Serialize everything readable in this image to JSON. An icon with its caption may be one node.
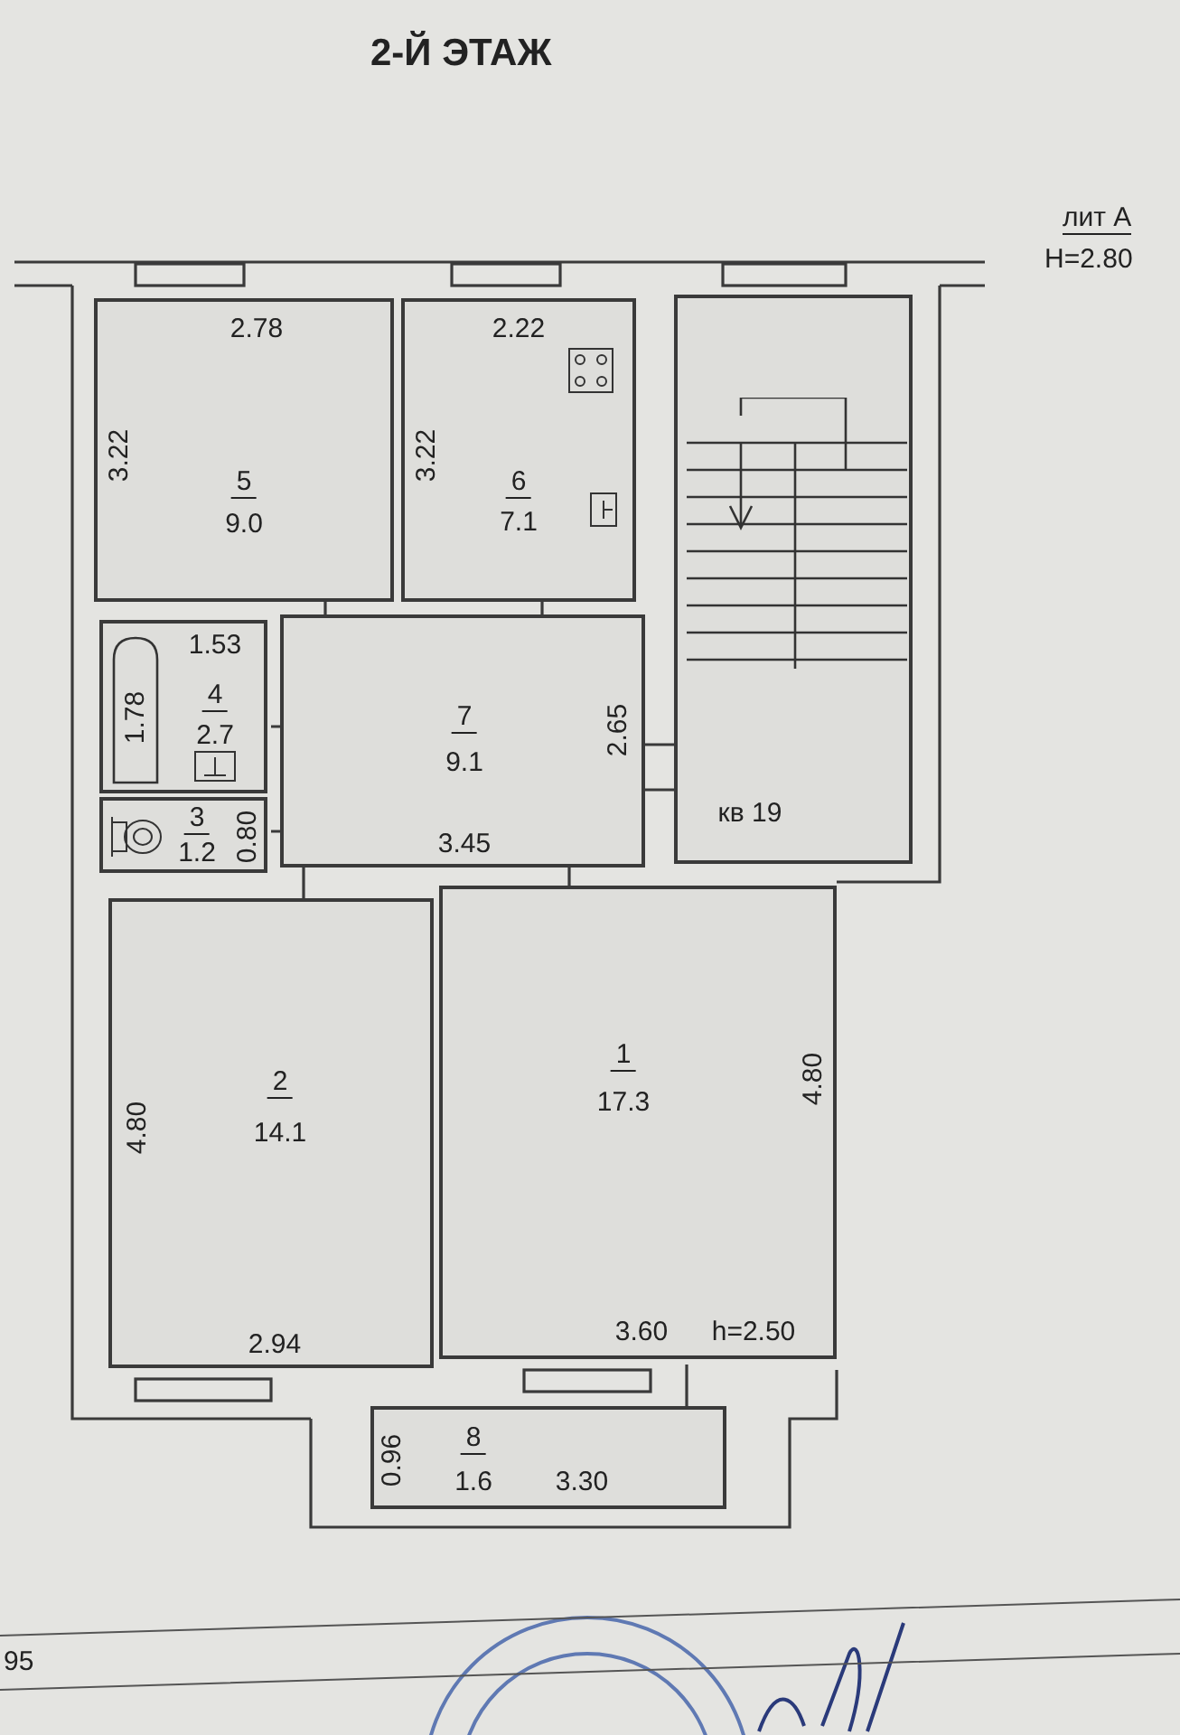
{
  "diagram": {
    "title": "2-Й ЭТАЖ",
    "nodes": [
      {
        "text": [
          "2.78",
          "3.22",
          "5",
          "9.0"
        ]
      },
      {
        "text": [
          "2.22",
          "3.22",
          "6",
          "7.1"
        ]
      },
      {
        "text": [
          "кв 19"
        ]
      },
      {
        "text": [
          "1.53",
          "1.78",
          "4",
          "2.7"
        ]
      },
      {
        "text": [
          "7",
          "9.1",
          "2.65",
          "3.45"
        ]
      },
      {
        "text": [
          "3",
          "1.2",
          "0.80"
        ]
      },
      {
        "text": [
          "4.80",
          "2",
          "14.1",
          "2.94"
        ]
      },
      {
        "text": [
          "1",
          "17.3",
          "4.80",
          "3.60",
          "h=2.50"
        ]
      },
      {
        "text": [
          "0.96",
          "8",
          "1.6",
          "3.30"
        ]
      }
    ],
    "labels": [
      "лит А",
      "H=2.80",
      "95"
    ]
  }
}
